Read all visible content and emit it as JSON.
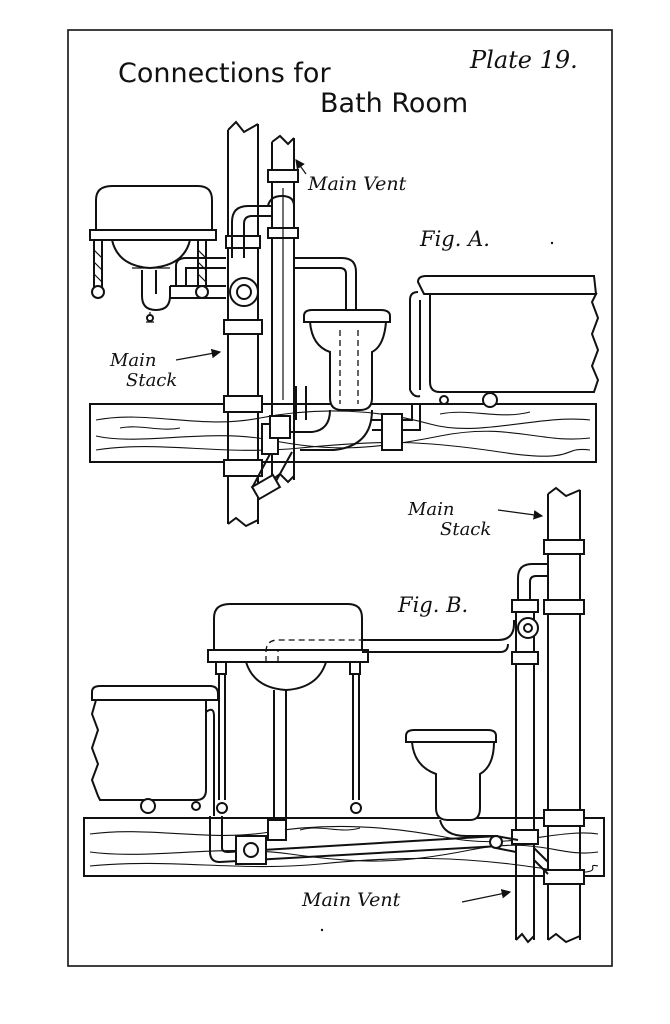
{
  "plate": {
    "title_line1": "Connections for",
    "title_line2": "Bath Room",
    "number": "Plate 19."
  },
  "fig_a": {
    "label": "Fig. A.",
    "callouts": {
      "main_vent": "Main Vent",
      "main_stack_line1": "Main",
      "main_stack_line2": "Stack"
    }
  },
  "fig_b": {
    "label": "Fig. B.",
    "callouts": {
      "main_stack_line1": "Main",
      "main_stack_line2": "Stack",
      "main_vent": "Main Vent"
    }
  }
}
